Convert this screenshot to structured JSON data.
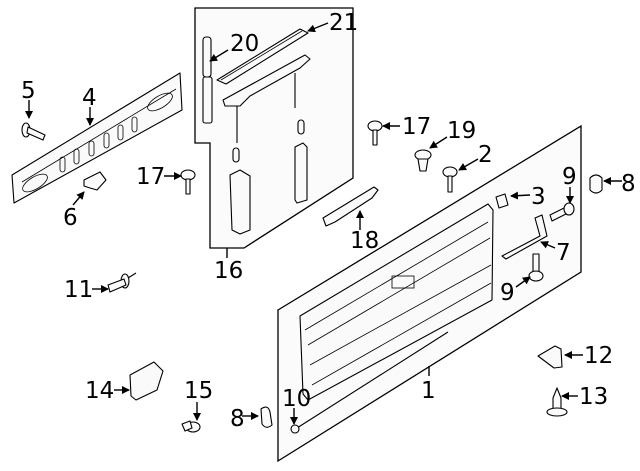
{
  "diagram": {
    "title": "Tailgate exploded parts diagram",
    "callouts": [
      {
        "id": "callout-1",
        "text": "1"
      },
      {
        "id": "callout-2",
        "text": "2"
      },
      {
        "id": "callout-3",
        "text": "3"
      },
      {
        "id": "callout-4",
        "text": "4"
      },
      {
        "id": "callout-5",
        "text": "5"
      },
      {
        "id": "callout-6",
        "text": "6"
      },
      {
        "id": "callout-7",
        "text": "7"
      },
      {
        "id": "callout-8a",
        "text": "8"
      },
      {
        "id": "callout-8b",
        "text": "8"
      },
      {
        "id": "callout-9a",
        "text": "9"
      },
      {
        "id": "callout-9b",
        "text": "9"
      },
      {
        "id": "callout-10",
        "text": "10"
      },
      {
        "id": "callout-11",
        "text": "11"
      },
      {
        "id": "callout-12",
        "text": "12"
      },
      {
        "id": "callout-13",
        "text": "13"
      },
      {
        "id": "callout-14",
        "text": "14"
      },
      {
        "id": "callout-15",
        "text": "15"
      },
      {
        "id": "callout-16",
        "text": "16"
      },
      {
        "id": "callout-17a",
        "text": "17"
      },
      {
        "id": "callout-17b",
        "text": "17"
      },
      {
        "id": "callout-18",
        "text": "18"
      },
      {
        "id": "callout-19",
        "text": "19"
      },
      {
        "id": "callout-20",
        "text": "20"
      },
      {
        "id": "callout-21",
        "text": "21"
      }
    ]
  }
}
